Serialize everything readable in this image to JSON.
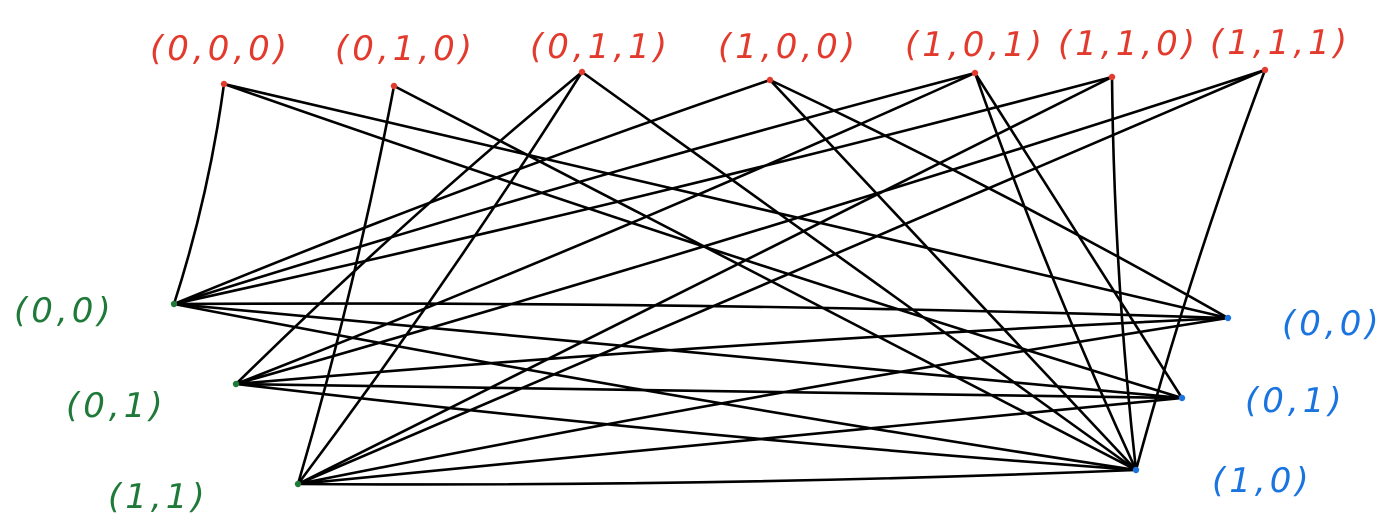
{
  "colors": {
    "top": "#e23a2c",
    "left": "#1f7a3a",
    "right": "#1a74e0",
    "edge": "#000000"
  },
  "nodes": {
    "top": [
      {
        "id": "t0",
        "label": "(0,0,0)"
      },
      {
        "id": "t1",
        "label": "(0,1,0)"
      },
      {
        "id": "t2",
        "label": "(0,1,1)"
      },
      {
        "id": "t3",
        "label": "(1,0,0)"
      },
      {
        "id": "t4",
        "label": "(1,0,1)"
      },
      {
        "id": "t5",
        "label": "(1,1,0)"
      },
      {
        "id": "t6",
        "label": "(1,1,1)"
      }
    ],
    "left": [
      {
        "id": "l0",
        "label": "(0,0)"
      },
      {
        "id": "l1",
        "label": "(0,1)"
      },
      {
        "id": "l2",
        "label": "(1,1)"
      }
    ],
    "right": [
      {
        "id": "r0",
        "label": "(0,0)"
      },
      {
        "id": "r1",
        "label": "(0,1)"
      },
      {
        "id": "r2",
        "label": "(1,0)"
      }
    ]
  },
  "edges": [
    [
      "t0",
      "l0"
    ],
    [
      "t0",
      "r0"
    ],
    [
      "t0",
      "r1"
    ],
    [
      "t1",
      "l2"
    ],
    [
      "t1",
      "r2"
    ],
    [
      "t2",
      "l1"
    ],
    [
      "t2",
      "l2"
    ],
    [
      "t2",
      "r2"
    ],
    [
      "t3",
      "l0"
    ],
    [
      "t3",
      "r0"
    ],
    [
      "t3",
      "r2"
    ],
    [
      "t4",
      "l0"
    ],
    [
      "t4",
      "l1"
    ],
    [
      "t4",
      "r1"
    ],
    [
      "t4",
      "r2"
    ],
    [
      "t5",
      "l0"
    ],
    [
      "t5",
      "l2"
    ],
    [
      "t5",
      "r2"
    ],
    [
      "t6",
      "l1"
    ],
    [
      "t6",
      "l2"
    ],
    [
      "t6",
      "r2"
    ],
    [
      "l0",
      "r0"
    ],
    [
      "l0",
      "r1"
    ],
    [
      "l0",
      "r2"
    ],
    [
      "l1",
      "r0"
    ],
    [
      "l1",
      "r1"
    ],
    [
      "l1",
      "r2"
    ],
    [
      "l2",
      "r0"
    ],
    [
      "l2",
      "r1"
    ],
    [
      "l2",
      "r2"
    ]
  ]
}
